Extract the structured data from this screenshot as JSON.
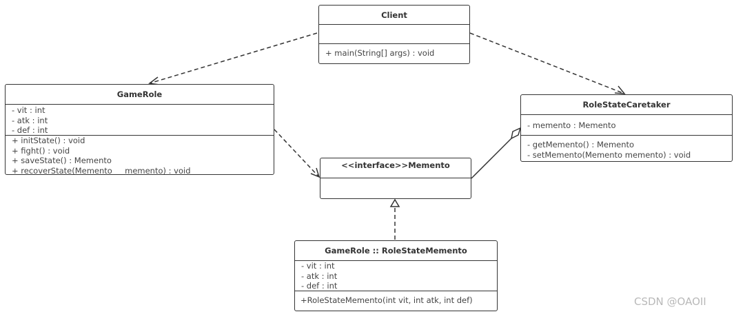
{
  "classes": {
    "client": {
      "name": "Client",
      "attributes": [],
      "methods": [
        "+ main(String[] args) : void"
      ]
    },
    "game_role": {
      "name": "GameRole",
      "attributes": [
        "- vit : int",
        "- atk : int",
        "- def : int"
      ],
      "methods": [
        "+ initState() : void",
        "+ fight() : void",
        "+ saveState() : Memento",
        "+ recoverState(Memento     memento) : void"
      ]
    },
    "caretaker": {
      "name": "RoleStateCaretaker",
      "attributes": [
        "- memento : Memento"
      ],
      "methods": [
        "- getMemento() : Memento",
        "- setMemento(Memento memento) : void"
      ]
    },
    "memento": {
      "name": "<<interface>>Memento",
      "attributes": [],
      "methods": []
    },
    "role_state_memento": {
      "name": "GameRole :: RoleStateMemento",
      "attributes": [
        "- vit : int",
        "- atk : int",
        "- def : int"
      ],
      "methods": [
        "+RoleStateMemento(int vit, int atk, int def)"
      ]
    }
  },
  "relations": [
    {
      "from": "Client",
      "to": "GameRole",
      "type": "dependency"
    },
    {
      "from": "Client",
      "to": "RoleStateCaretaker",
      "type": "dependency"
    },
    {
      "from": "GameRole",
      "to": "Memento",
      "type": "dependency"
    },
    {
      "from": "RoleStateCaretaker",
      "to": "Memento",
      "type": "aggregation"
    },
    {
      "from": "GameRole :: RoleStateMemento",
      "to": "Memento",
      "type": "realization"
    }
  ],
  "watermark": "CSDN @OAOII"
}
